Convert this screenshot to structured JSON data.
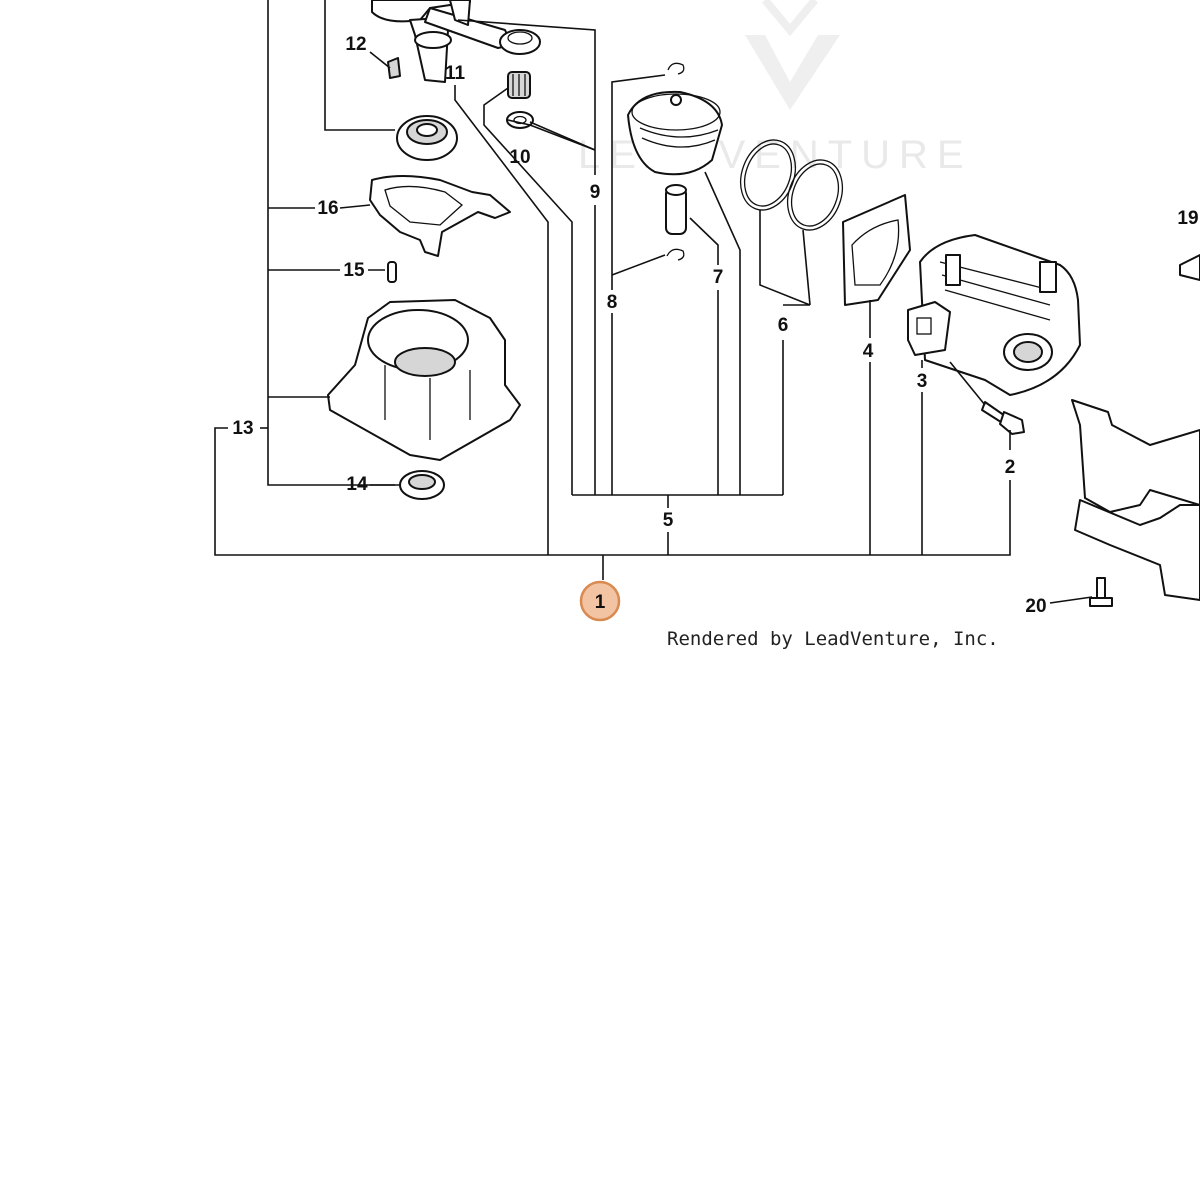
{
  "diagram": {
    "watermark": "LEADVENTURE",
    "credit": "Rendered by LeadVenture, Inc.",
    "selected_part": "1",
    "callouts": [
      "1",
      "2",
      "3",
      "4",
      "5",
      "6",
      "7",
      "8",
      "9",
      "10",
      "11",
      "12",
      "13",
      "14",
      "15",
      "16",
      "19",
      "20"
    ]
  },
  "colors": {
    "highlight_fill": "#f2c4a4",
    "highlight_stroke": "#d98a50",
    "line": "#111111"
  }
}
